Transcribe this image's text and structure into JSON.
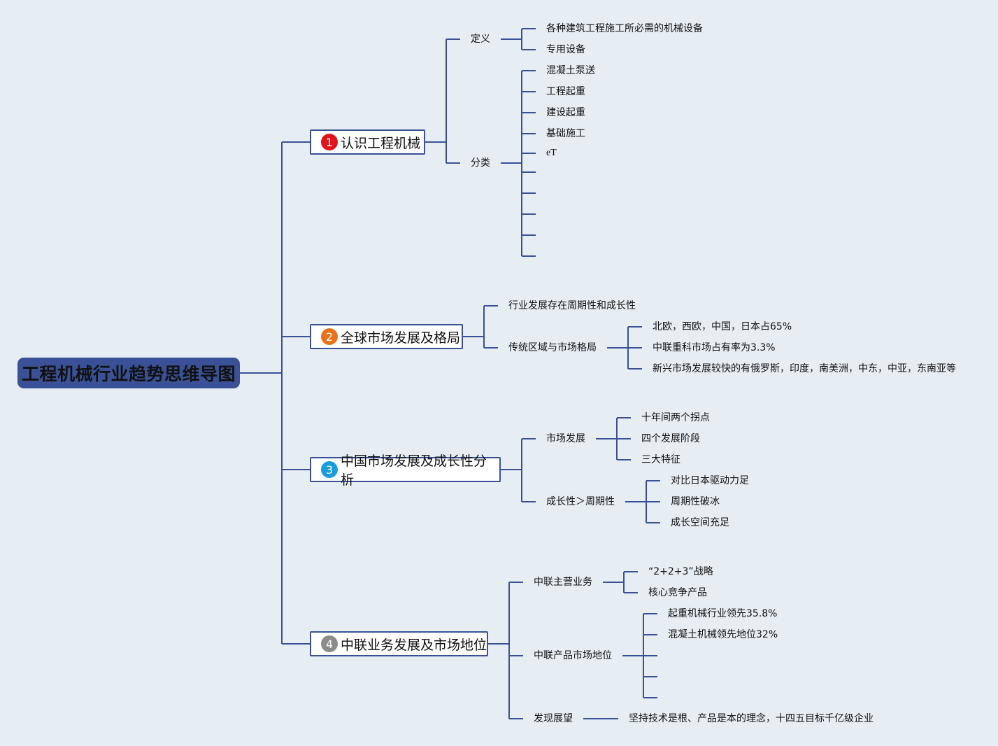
{
  "root": {
    "title": "工程机械行业趋势思维导图"
  },
  "branches": [
    {
      "num": "1",
      "badge_color": "#e0141a",
      "label": "认识工程机械",
      "children": [
        {
          "label": "定义",
          "children": [
            "各种建筑工程施工所必需的机械设备",
            "专用设备"
          ]
        },
        {
          "label": "分类",
          "children": [
            "混凝土泵送",
            "工程起重",
            "建设起重",
            "基础施工",
            "eT",
            "",
            "",
            "",
            "",
            ""
          ]
        }
      ]
    },
    {
      "num": "2",
      "badge_color": "#e8731c",
      "label": "全球市场发展及格局",
      "children": [
        {
          "label": "行业发展存在周期性和成长性",
          "children": []
        },
        {
          "label": "传统区域与市场格局",
          "children": [
            "北欧，西欧，中国，日本占65%",
            "中联重科市场占有率为3.3%",
            "新兴市场发展较快的有俄罗斯，印度，南美洲，中东，中亚，东南亚等"
          ]
        }
      ]
    },
    {
      "num": "3",
      "badge_color": "#1a9de0",
      "label": "中国市场发展及成长性分析",
      "children": [
        {
          "label": "市场发展",
          "children": [
            "十年间两个拐点",
            "四个发展阶段",
            "三大特征"
          ]
        },
        {
          "label": "成长性＞周期性",
          "children": [
            "对比日本驱动力足",
            "周期性破冰",
            "成长空间充足"
          ]
        }
      ]
    },
    {
      "num": "4",
      "badge_color": "#8b8b8b",
      "label": "中联业务发展及市场地位",
      "children": [
        {
          "label": "中联主营业务",
          "children": [
            "“2+2+3”战略",
            "核心竞争产品"
          ]
        },
        {
          "label": "中联产品市场地位",
          "children": [
            "起重机械行业领先35.8%",
            "混凝土机械领先地位32%",
            "",
            "",
            ""
          ]
        },
        {
          "label": "发现展望",
          "children": [
            "坚持技术是根、产品是本的理念，十四五目标千亿级企业"
          ]
        }
      ]
    }
  ],
  "colors": {
    "line": "#3a5198",
    "background": "#e6eef4",
    "root_fill": "#3a5198"
  }
}
